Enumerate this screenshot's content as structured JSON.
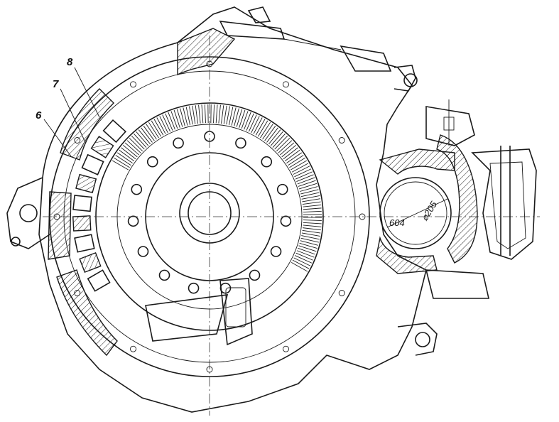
{
  "callouts": [
    {
      "id": "c6",
      "text": "6"
    },
    {
      "id": "c7",
      "text": "7"
    },
    {
      "id": "c8",
      "text": "8"
    }
  ],
  "dimensions": {
    "width_label": "604",
    "diameter_label": "⌀205"
  },
  "colors": {
    "line": "#1a1a1a",
    "background": "#ffffff"
  }
}
